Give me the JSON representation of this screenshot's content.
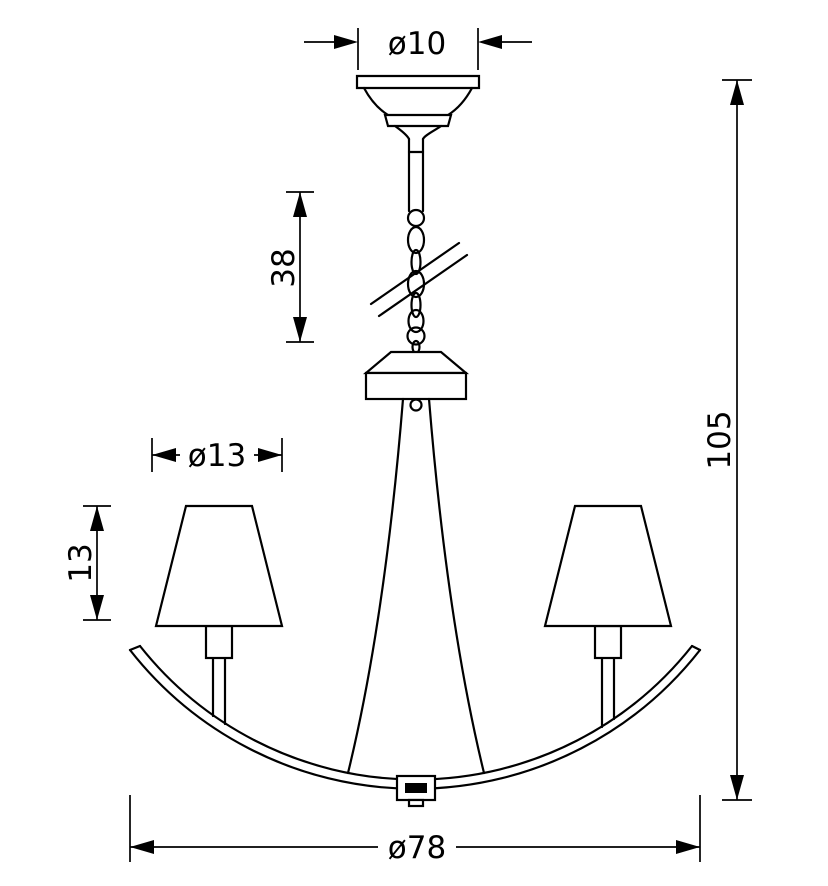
{
  "drawing": {
    "title": "chandelier-dimension-drawing",
    "background_color": "#ffffff",
    "line_color": "#000000",
    "dimensions": {
      "canopy_diameter": "ø10",
      "chain_length": "38",
      "shade_diameter": "ø13",
      "shade_height": "13",
      "total_height": "105",
      "total_width": "ø78"
    }
  }
}
